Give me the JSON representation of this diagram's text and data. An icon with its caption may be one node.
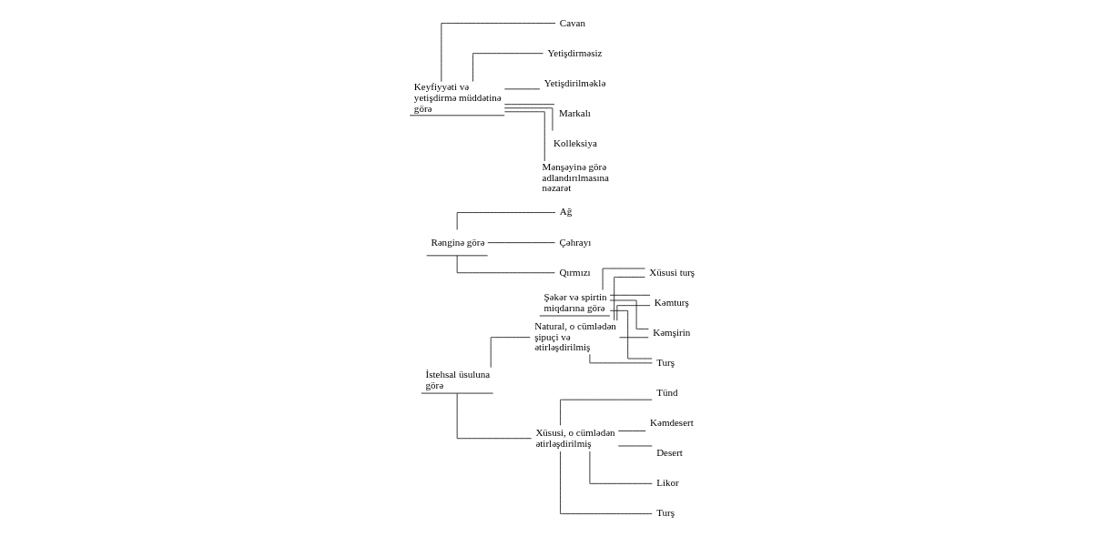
{
  "diagram": {
    "nodes": [
      {
        "text": [
          "İstehsal üsuluna görə"
        ]
      },
      {
        "text": [
          "Natural, o cümlədən şipuçi və ətirləşdirilmiş"
        ]
      },
      {
        "text": [
          "Xüsusi, o cümlədən ətirləşdirilmiş"
        ]
      },
      {
        "text": [
          "Şəkər və spirtin miqdarına görə"
        ]
      },
      {
        "text": [
          "Turş"
        ]
      },
      {
        "text": [
          "Xüsusi turş"
        ]
      },
      {
        "text": [
          "Kəmturş"
        ]
      },
      {
        "text": [
          "Kəmşirin"
        ]
      },
      {
        "text": [
          "Turş"
        ]
      },
      {
        "text": [
          "Tünd"
        ]
      },
      {
        "text": [
          "Kəmdesert"
        ]
      },
      {
        "text": [
          "Desert"
        ]
      },
      {
        "text": [
          "Likor"
        ]
      },
      {
        "text": [
          "Rənginə görə"
        ]
      },
      {
        "text": [
          "Ağ"
        ]
      },
      {
        "text": [
          "Çəhrayı"
        ]
      },
      {
        "text": [
          "Qırmızı"
        ]
      },
      {
        "text": [
          "Keyfiyyəti və yetişdirmə müddətinə görə"
        ]
      },
      {
        "text": [
          "Cavan"
        ]
      },
      {
        "text": [
          "Yetişdirməsiz"
        ]
      },
      {
        "text": [
          "Yetişdirilməklə"
        ]
      },
      {
        "text": [
          "Markalı"
        ]
      },
      {
        "text": [
          "Kolleksiya"
        ]
      },
      {
        "text": [
          "Mənşəyinə görə adlandırılmasına nəzarət"
        ]
      }
    ],
    "edges": [
      {
        "from": 0,
        "to": 1,
        "arrow": "none"
      },
      {
        "from": 0,
        "to": 2,
        "arrow": "none"
      },
      {
        "from": 3,
        "to": 4,
        "arrow": "none"
      },
      {
        "from": 3,
        "to": 5,
        "arrow": "none"
      },
      {
        "from": 3,
        "to": 6,
        "arrow": "none"
      },
      {
        "from": 3,
        "to": 7,
        "arrow": "none"
      },
      {
        "from": 1,
        "to": 4,
        "arrow": "none"
      },
      {
        "from": 1,
        "to": 5,
        "arrow": "none"
      },
      {
        "from": 1,
        "to": 6,
        "arrow": "none"
      },
      {
        "from": 1,
        "to": 7,
        "arrow": "none"
      },
      {
        "from": 2,
        "to": 8,
        "arrow": "none"
      },
      {
        "from": 2,
        "to": 9,
        "arrow": "none"
      },
      {
        "from": 2,
        "to": 10,
        "arrow": "none"
      },
      {
        "from": 2,
        "to": 11,
        "arrow": "none"
      },
      {
        "from": 2,
        "to": 12,
        "arrow": "none"
      },
      {
        "from": 13,
        "to": 14,
        "arrow": "none"
      },
      {
        "from": 13,
        "to": 15,
        "arrow": "none"
      },
      {
        "from": 13,
        "to": 16,
        "arrow": "none"
      },
      {
        "from": 17,
        "to": 18,
        "arrow": "none"
      },
      {
        "from": 17,
        "to": 19,
        "arrow": "none"
      },
      {
        "from": 17,
        "to": 20,
        "arrow": "none"
      },
      {
        "from": 17,
        "to": 21,
        "arrow": "none"
      },
      {
        "from": 17,
        "to": 22,
        "arrow": "none"
      },
      {
        "from": 17,
        "to": 23,
        "arrow": "none"
      }
    ]
  }
}
